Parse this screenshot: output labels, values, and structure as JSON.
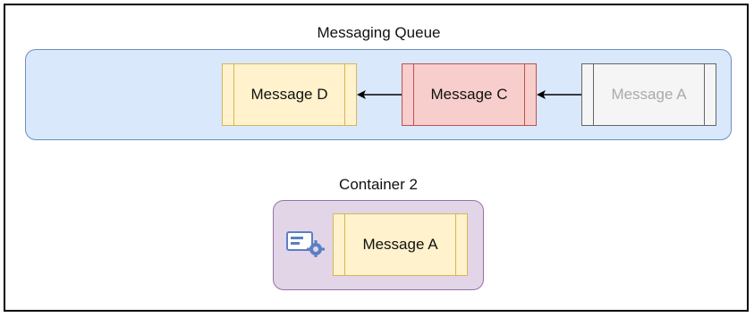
{
  "queue": {
    "title": "Messaging Queue",
    "messages": [
      {
        "label": "Message D",
        "fill": "#fff2cc",
        "stroke": "#d6b656",
        "text_color": "#111111"
      },
      {
        "label": "Message C",
        "fill": "#f8cecc",
        "stroke": "#b85450",
        "text_color": "#111111"
      },
      {
        "label": "Message A",
        "fill": "#f5f5f5",
        "stroke": "#666666",
        "text_color": "#aaaaaa"
      }
    ],
    "fill": "#dae8fc",
    "stroke": "#6c8ebf"
  },
  "container2": {
    "title": "Container 2",
    "message": {
      "label": "Message A",
      "fill": "#fff2cc",
      "stroke": "#d6b656",
      "text_color": "#111111"
    },
    "icon": "service-gear-icon",
    "fill": "#e1d5e7",
    "stroke": "#9673a6"
  }
}
